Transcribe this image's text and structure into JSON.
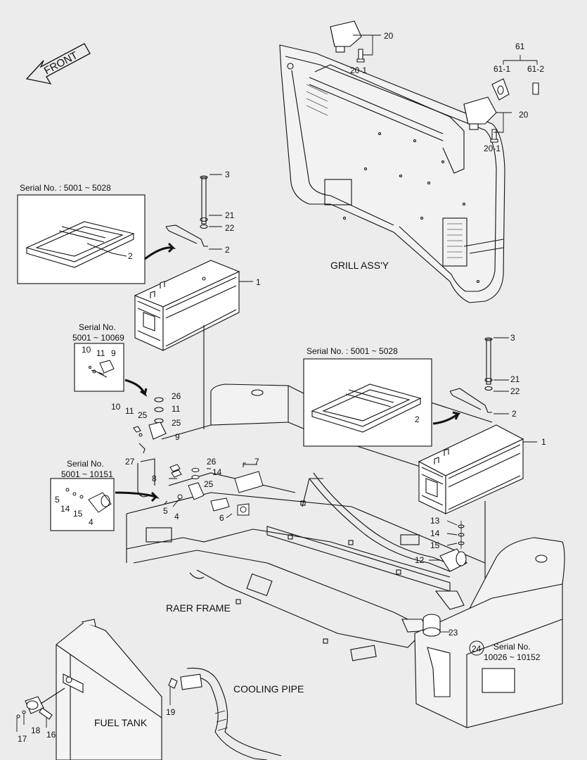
{
  "labels": {
    "front": "FRONT",
    "grill_assy": "GRILL ASS'Y",
    "rear_frame": "RAER FRAME",
    "cooling_pipe": "COOLING PIPE",
    "fuel_tank": "FUEL TANK"
  },
  "serials": {
    "upper_left_box": "Serial No. : 5001 ~ 5028",
    "right_box": "Serial No. : 5001 ~ 5028",
    "relay_title": "Serial No.",
    "relay_range": "5001 ~ 10069",
    "horn_title": "Serial No.",
    "horn_range": "5001 ~ 10151",
    "part24_title": "Serial No.",
    "part24_range": "10026 ~ 10152"
  },
  "callouts": {
    "c20a": "20",
    "c20_1a": "20-1",
    "c61": "61",
    "c61_1": "61-1",
    "c61_2": "61-2",
    "c20b": "20",
    "c20_1b": "20-1",
    "c3a": "3",
    "c21a": "21",
    "c22a": "22",
    "c2a": "2",
    "c2box1": "2",
    "c1a": "1",
    "c10a": "10",
    "c11a": "11",
    "c9a": "9",
    "c26a": "26",
    "c11b": "11",
    "c25a": "25",
    "c10b": "10",
    "c11c": "11",
    "c25b": "25",
    "c9b": "9",
    "c27": "27",
    "c7": "7",
    "c26b": "26",
    "c14a": "14",
    "c25c": "25",
    "c8": "8",
    "c5a": "5",
    "c14b": "14",
    "c15a": "15",
    "c4a": "4",
    "c5b": "5",
    "c4b": "4",
    "c6": "6",
    "c3b": "3",
    "c21b": "21",
    "c22b": "22",
    "c2b": "2",
    "c2box2": "2",
    "c1b": "1",
    "c13": "13",
    "c14c": "14",
    "c15b": "15",
    "c12": "12",
    "c23": "23",
    "c24": "24",
    "c19": "19",
    "c18": "18",
    "c17": "17",
    "c16": "16"
  }
}
